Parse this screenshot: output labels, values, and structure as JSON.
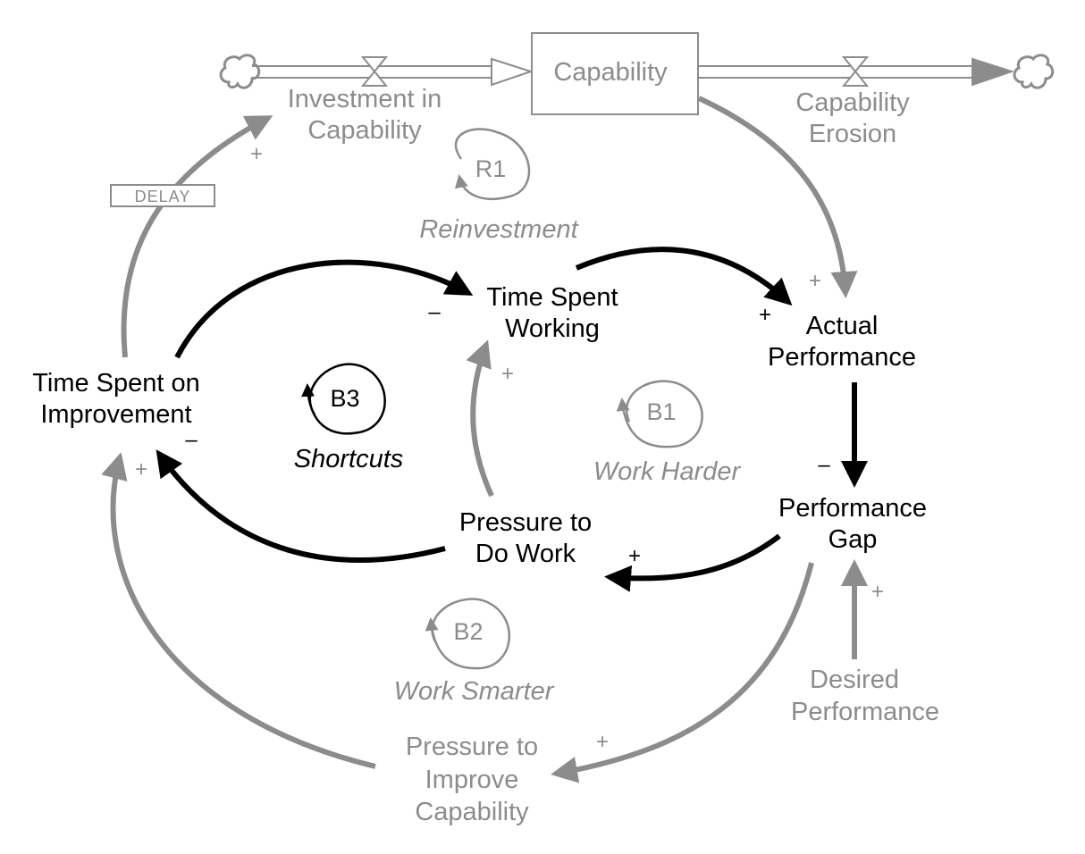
{
  "colors": {
    "black": "#000000",
    "gray": "#8c8c8c",
    "background": "#ffffff"
  },
  "stock": {
    "label": "Capability"
  },
  "flows": {
    "inflow": [
      "Investment in",
      "Capability"
    ],
    "outflow": [
      "Capability",
      "Erosion"
    ]
  },
  "variables": {
    "time_spent_working": [
      "Time Spent",
      "Working"
    ],
    "actual_performance": [
      "Actual",
      "Performance"
    ],
    "performance_gap": [
      "Performance",
      "Gap"
    ],
    "pressure_to_do_work": [
      "Pressure to",
      "Do Work"
    ],
    "time_spent_on_improvement": [
      "Time Spent on",
      "Improvement"
    ],
    "desired_performance": [
      "Desired",
      "Performance"
    ],
    "pressure_to_improve_capability": [
      "Pressure to",
      "Improve",
      "Capability"
    ]
  },
  "delay_label": "DELAY",
  "loops": {
    "r1": {
      "id": "R1",
      "name": "Reinvestment"
    },
    "b1": {
      "id": "B1",
      "name": "Work Harder"
    },
    "b2": {
      "id": "B2",
      "name": "Work Smarter"
    },
    "b3": {
      "id": "B3",
      "name": "Shortcuts"
    }
  },
  "polarities": {
    "improvement_to_investment": "+",
    "capability_to_performance": "+",
    "working_to_performance": "+",
    "improvement_to_working": "–",
    "pressure_to_working": "+",
    "performance_to_gap": "–",
    "gap_to_pressure_work": "+",
    "desired_to_gap": "+",
    "pressure_work_to_improvement": "–",
    "pressure_improve_to_improvement": "+",
    "gap_to_pressure_improve": "+"
  }
}
